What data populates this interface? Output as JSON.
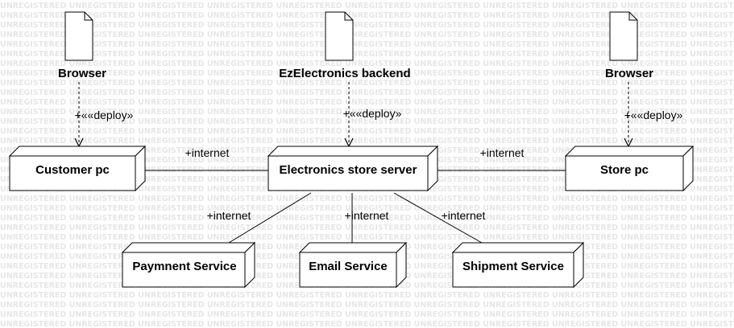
{
  "watermark": {
    "text": "UNREGISTERED"
  },
  "artifacts": [
    {
      "name": "Browser"
    },
    {
      "name": "EzElectronics backend"
    },
    {
      "name": "Browser"
    }
  ],
  "nodes": [
    {
      "name": "Customer pc"
    },
    {
      "name": "Electronics store server"
    },
    {
      "name": "Store pc"
    },
    {
      "name": "Paymnent Service"
    },
    {
      "name": "Email Service"
    },
    {
      "name": "Shipment Service"
    }
  ],
  "deploy_labels": [
    "+««deploy»",
    "+««deploy»",
    "+««deploy»"
  ],
  "links": [
    "+internet",
    "+internet",
    "+internet",
    "+internet",
    "+internet"
  ],
  "colors": {
    "line": "#000000",
    "watermark": "#e6e6e6",
    "background": "#ffffff"
  }
}
